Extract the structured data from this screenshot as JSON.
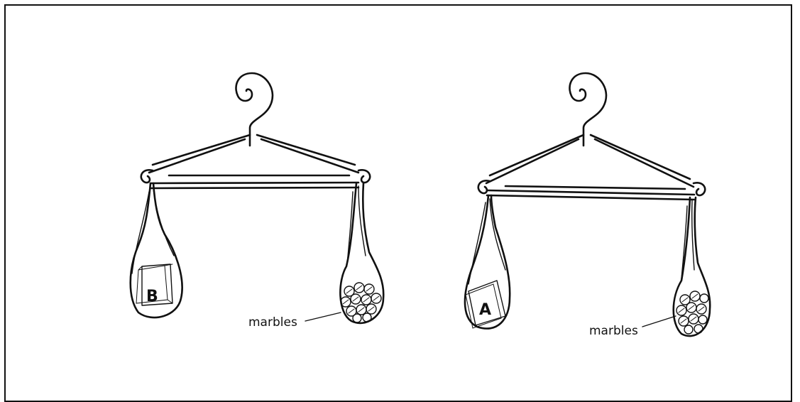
{
  "left_scale": {
    "box_letter": "B",
    "marbles_label": "marbles"
  },
  "right_scale": {
    "box_letter": "A",
    "marbles_label": "marbles"
  }
}
